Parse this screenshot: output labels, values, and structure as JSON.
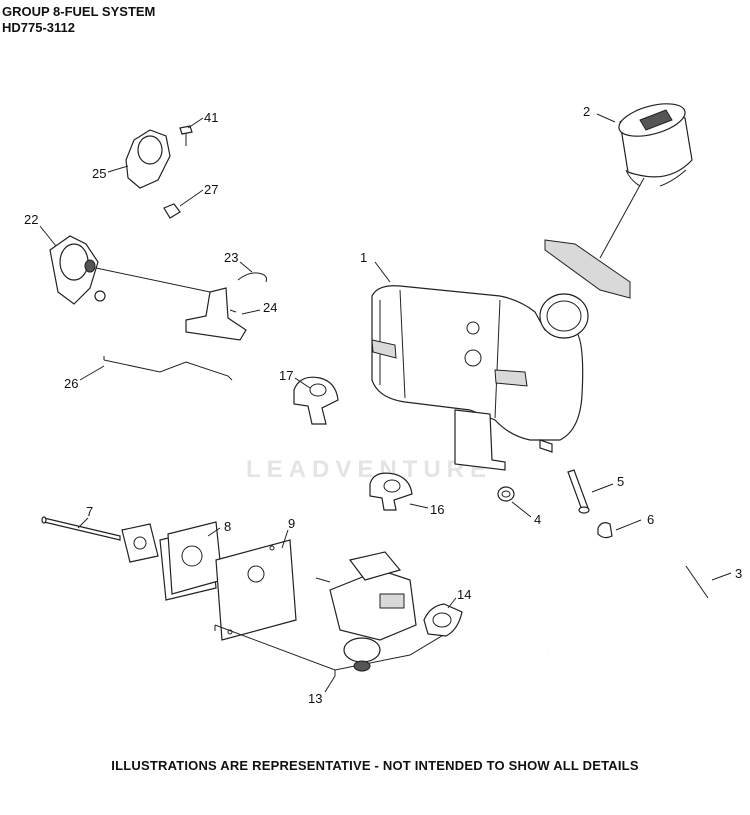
{
  "header": {
    "line1": "GROUP 8-FUEL SYSTEM",
    "line2": "HD775-3112"
  },
  "watermark": "LEADVENTURE",
  "footer": "ILLUSTRATIONS ARE REPRESENTATIVE - NOT INTENDED TO SHOW ALL DETAILS",
  "callouts": [
    "1",
    "2",
    "3",
    "4",
    "5",
    "6",
    "7",
    "8",
    "9",
    "13",
    "14",
    "16",
    "17",
    "22",
    "23",
    "24",
    "25",
    "26",
    "27",
    "41"
  ]
}
